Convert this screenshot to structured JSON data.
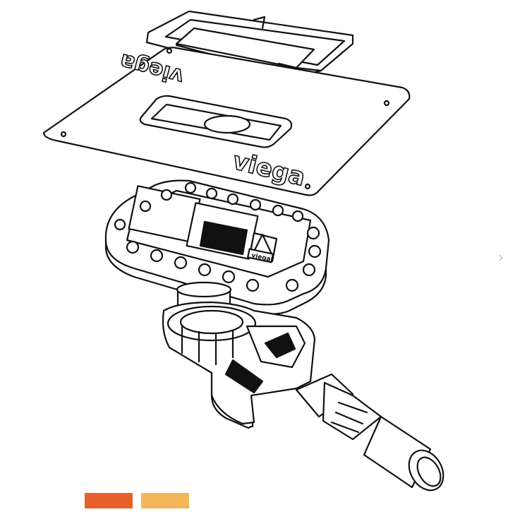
{
  "product_image": {
    "logo_text_cover": "viega",
    "logo_text_frame": "viega",
    "logo_text_label": "viega"
  },
  "navigation": {
    "next_icon": "chevron-right-icon"
  },
  "thumbnails": {
    "colors": [
      "#e8602a",
      "#f3b65a"
    ]
  }
}
